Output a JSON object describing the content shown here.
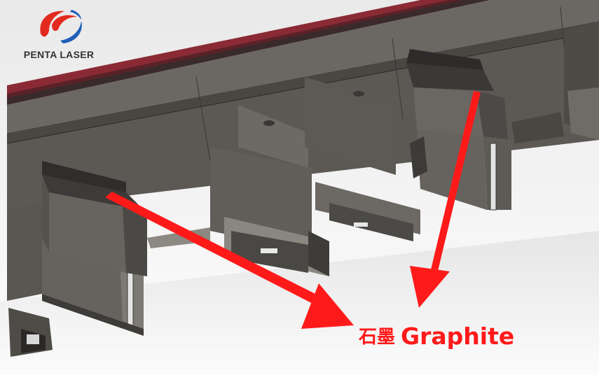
{
  "brand": {
    "name": "PENTA LASER",
    "logo_icon": "penta-laser-swirl-logo",
    "colors": {
      "red": "#e32a1f",
      "blue": "#1f5fb8"
    }
  },
  "callout": {
    "label_cn": "石墨",
    "label_en": "Graphite",
    "color": "#ff1a1a"
  },
  "arrows": {
    "count": 2,
    "color": "#ff1a1a"
  }
}
